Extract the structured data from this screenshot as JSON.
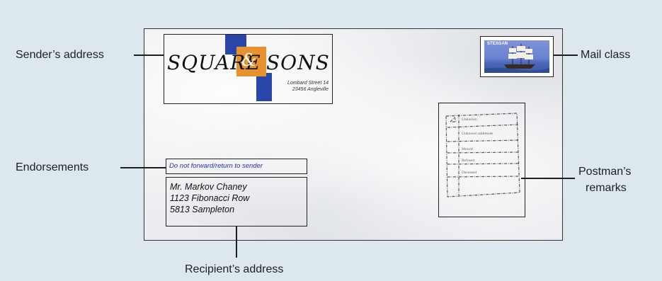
{
  "labels": {
    "sender_address": "Sender’s address",
    "mail_class": "Mail class",
    "endorsements": "Endorsements",
    "postmans_remarks_line1": "Postman’s",
    "postmans_remarks_line2": "remarks",
    "recipient_address": "Recipient’s address"
  },
  "sender": {
    "logo_left": "SQUARE",
    "logo_amp": "&",
    "logo_right": "SONS",
    "street": "Lombard Street 14",
    "city": "23456 Angleville"
  },
  "endorsement": {
    "text": "Do not forward/return to sender"
  },
  "recipient": {
    "lines": [
      "Mr. Markov Chaney",
      "1123 Fibonacci Row",
      "5813 Sampleton"
    ]
  },
  "stamp": {
    "text": "STEXGAN"
  },
  "remarks": {
    "rows": [
      "Unknown",
      "Unknown addressee",
      "Moved",
      "Refused",
      "Deceased"
    ]
  },
  "colors": {
    "background": "#dde7ee",
    "logo_blue": "#2945a8",
    "logo_orange": "#e8912f",
    "endorsement_text": "#2a34a8"
  },
  "icons": {
    "stamp": "sailing-ship-stamp",
    "remarks": "checkbox-form-stamp"
  }
}
